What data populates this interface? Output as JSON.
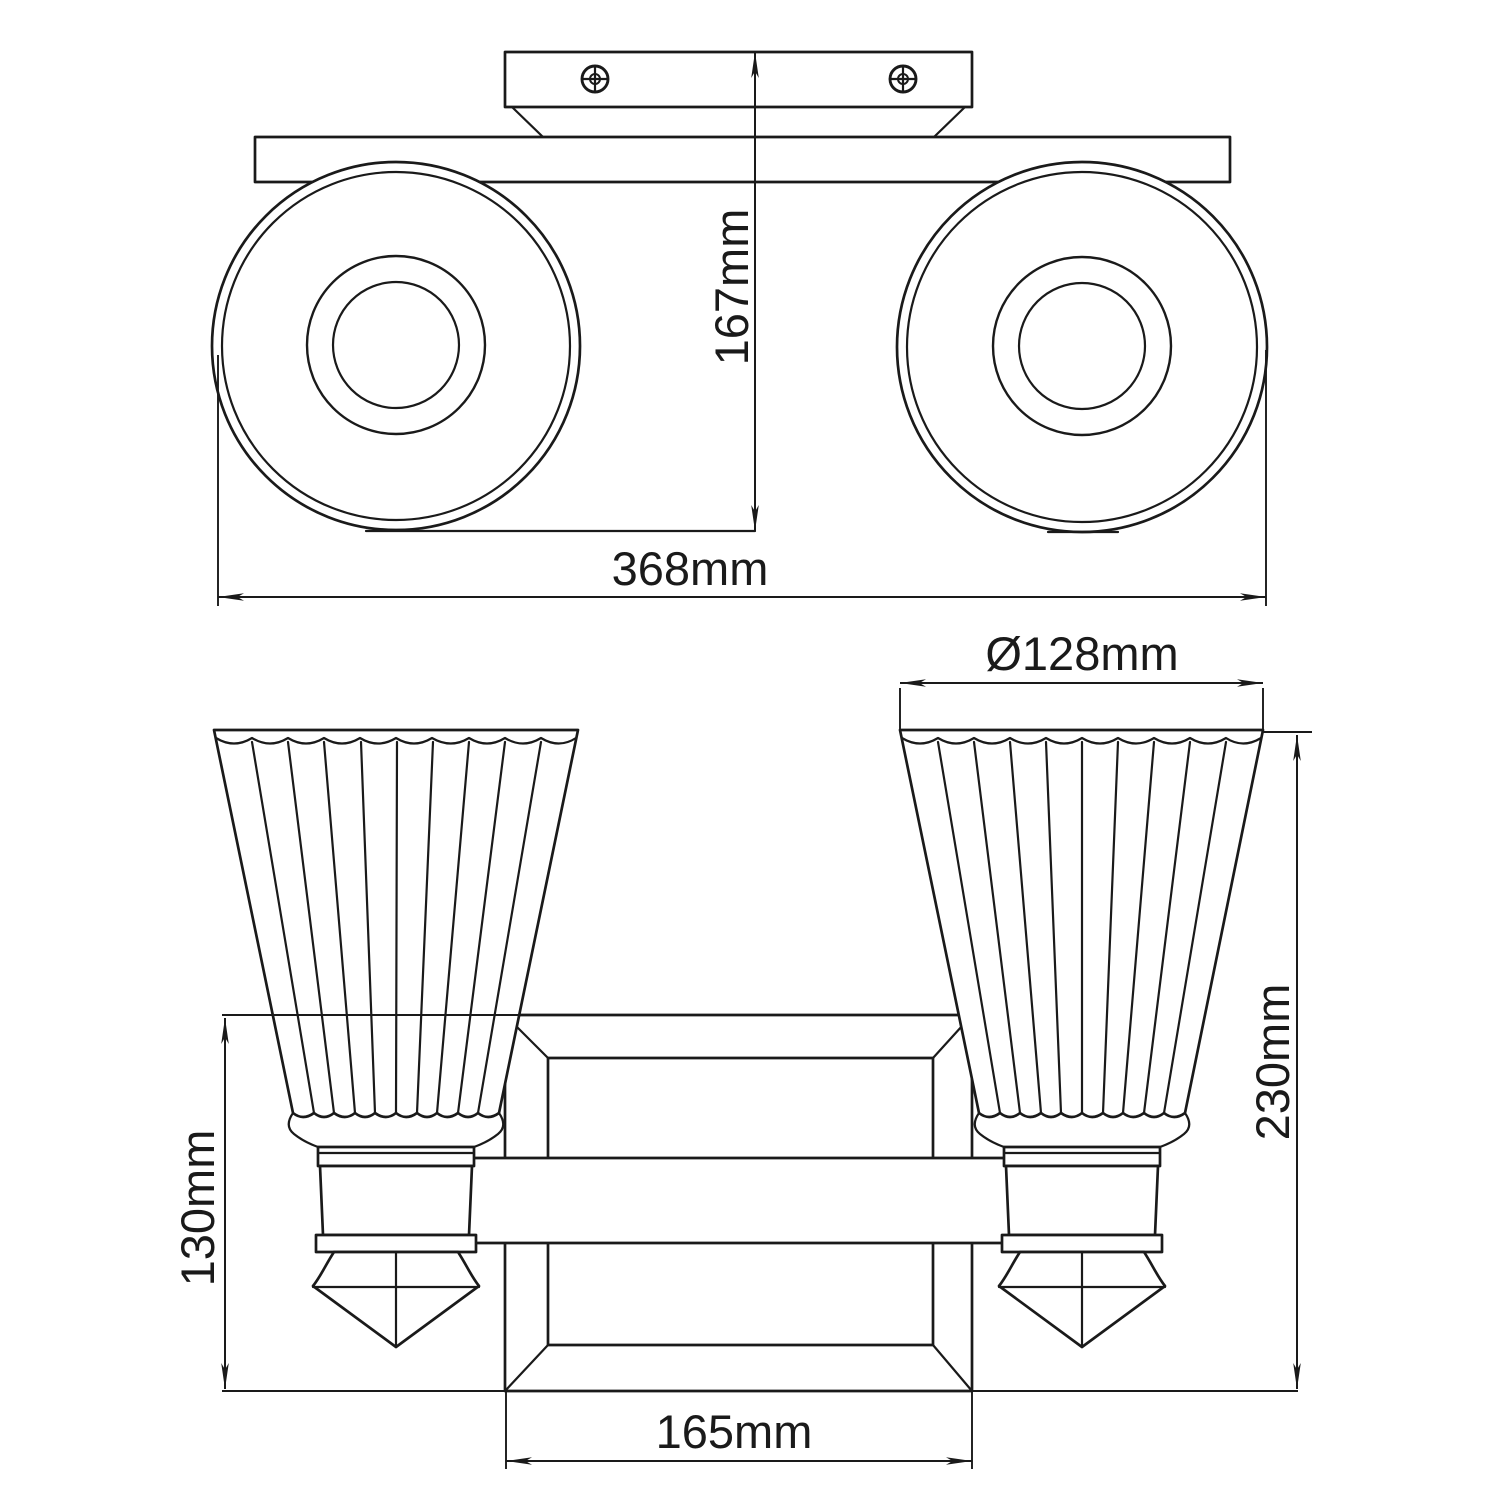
{
  "drawing": {
    "background": "#ffffff",
    "line_color": "#1a1a1a",
    "plan": {
      "overall_width": "368mm",
      "projection_depth": "167mm"
    },
    "elevation": {
      "shade_diameter": "Ø128mm",
      "overall_height": "230mm",
      "backplate_height": "130mm",
      "backplate_width": "165mm"
    }
  }
}
